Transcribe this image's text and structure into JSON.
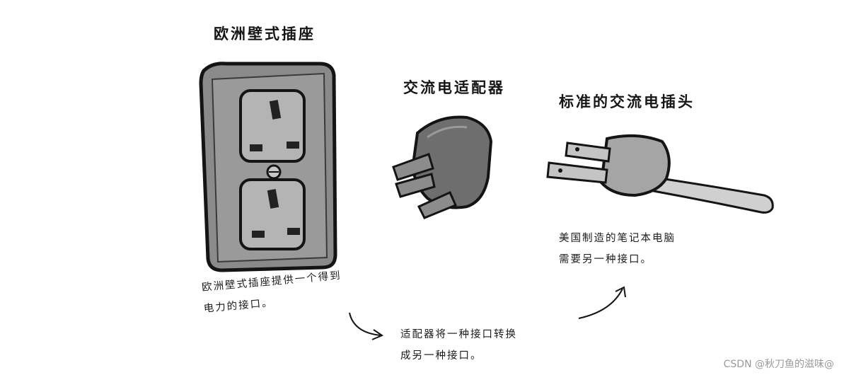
{
  "labels": {
    "socket_title": "欧洲壁式插座",
    "adapter_title": "交流电适配器",
    "plug_title": "标准的交流电插头"
  },
  "notes": {
    "socket_note": [
      "欧洲壁式插座提供一个得到",
      "电力的接口。"
    ],
    "adapter_note": [
      "适配器将一种接口转换",
      "成另一种接口。"
    ],
    "laptop_note": [
      "美国制造的笔记本电脑",
      "需要另一种接口。"
    ]
  },
  "watermark": "CSDN @秋刀鱼的滋味@",
  "colors": {
    "ink": "#141414",
    "socket_plate": "#8a8a8a",
    "socket_inner": "#b4b4b4",
    "adapter_body": "#6e6e6e",
    "plug_body": "#a5a5a5"
  }
}
